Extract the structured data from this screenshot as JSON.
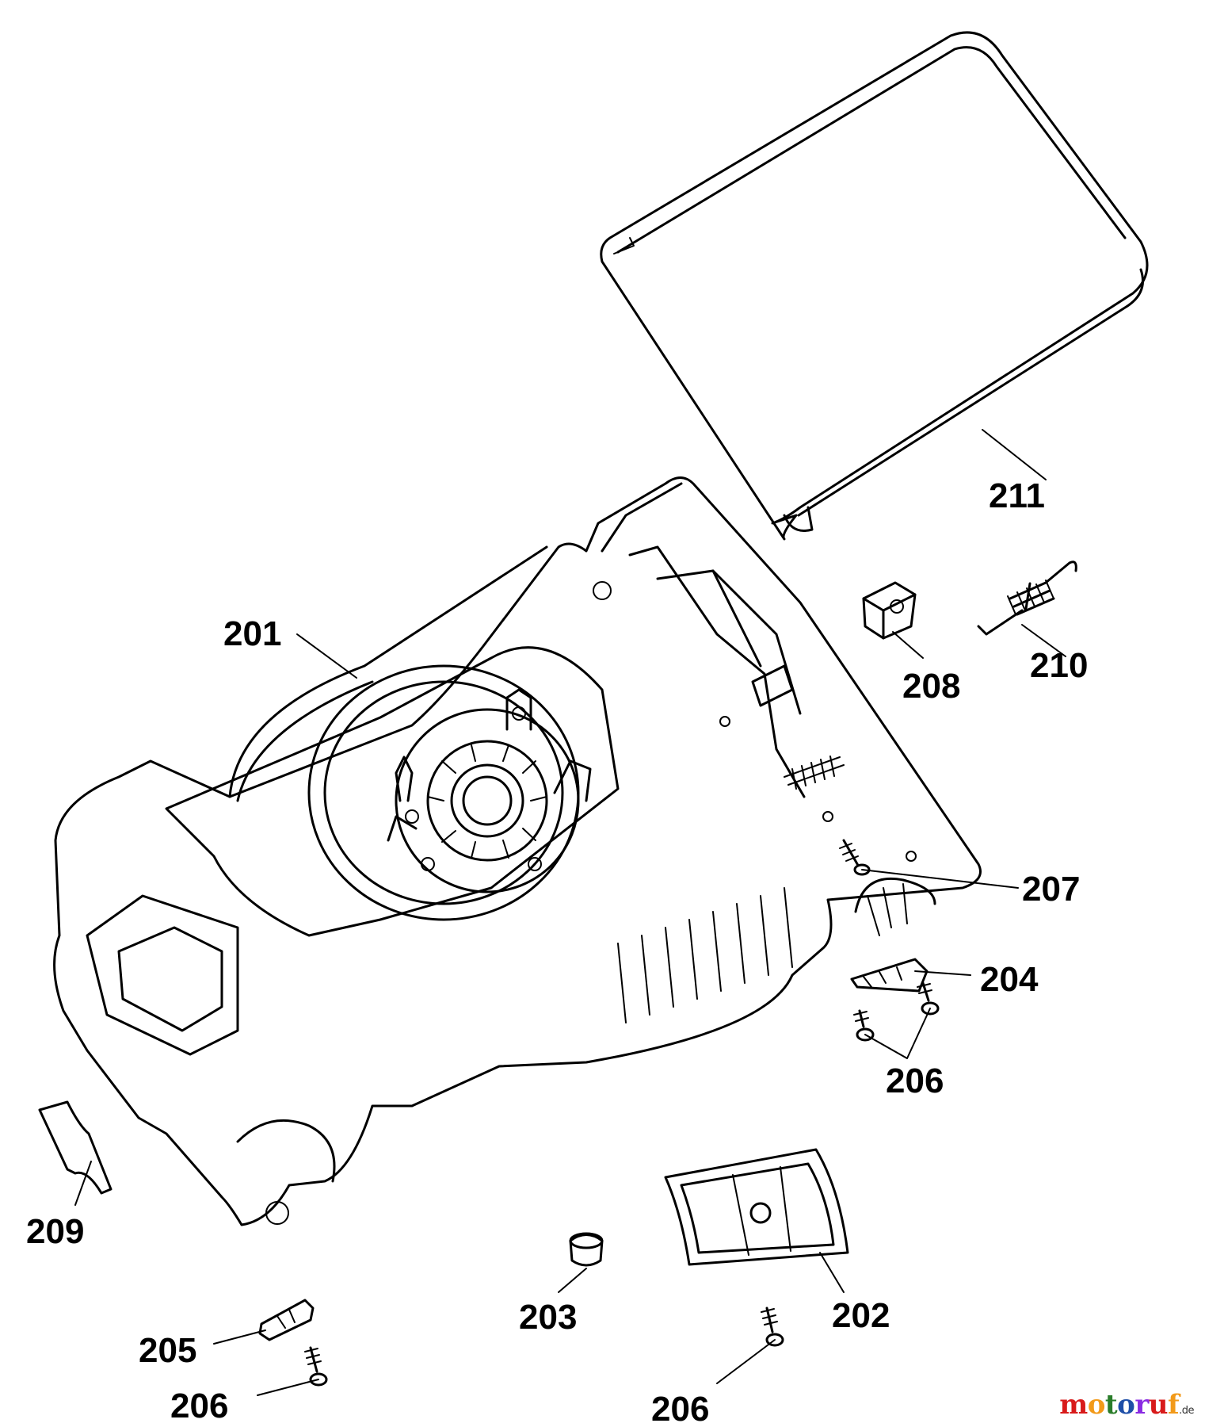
{
  "labels": {
    "p201": "201",
    "p202": "202",
    "p203": "203",
    "p204": "204",
    "p205": "205",
    "p206a": "206",
    "p206b": "206",
    "p206c": "206",
    "p207": "207",
    "p208": "208",
    "p209": "209",
    "p210": "210",
    "p211": "211"
  },
  "watermark": {
    "text": "motoruf",
    "tld": ".de",
    "colors": [
      "#d81b1b",
      "#f29a1a",
      "#2a7d2a",
      "#1f4fa8",
      "#8a2be2",
      "#d81b1b",
      "#f29a1a"
    ]
  }
}
